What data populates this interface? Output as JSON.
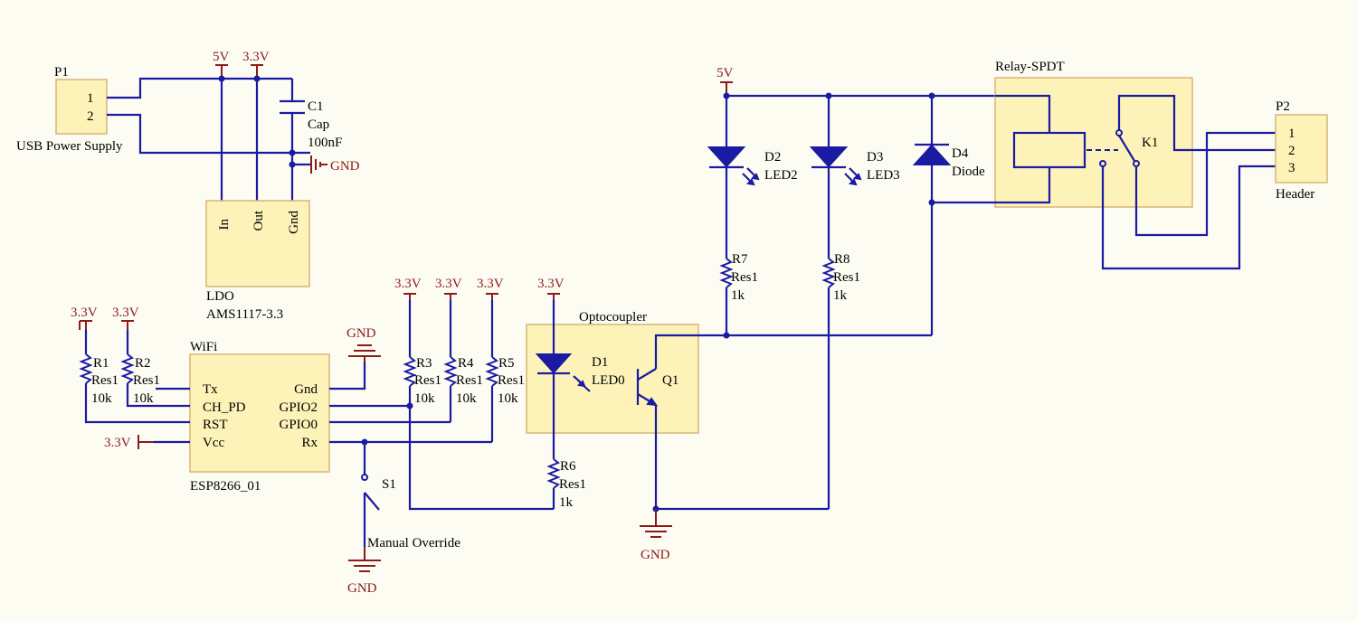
{
  "colors": {
    "wire": "#1a1aa3",
    "power": "#8b1a1a",
    "component_fill": "#fdf3b8",
    "background": "#fdfcf3"
  },
  "p1": {
    "ref": "P1",
    "pin1": "1",
    "pin2": "2",
    "label": "USB Power Supply"
  },
  "ldo": {
    "pin_in": "In",
    "pin_out": "Out",
    "pin_gnd": "Gnd",
    "name": "LDO",
    "part": "AMS1117-3.3"
  },
  "c1": {
    "ref": "C1",
    "type": "Cap",
    "value": "100nF"
  },
  "wifi": {
    "title": "WiFi",
    "part": "ESP8266_01",
    "pins": {
      "tx": "Tx",
      "ch_pd": "CH_PD",
      "rst": "RST",
      "vcc": "Vcc",
      "gnd": "Gnd",
      "gpio2": "GPIO2",
      "gpio0": "GPIO0",
      "rx": "Rx"
    }
  },
  "resistors": {
    "r1": {
      "ref": "R1",
      "type": "Res1",
      "value": "10k"
    },
    "r2": {
      "ref": "R2",
      "type": "Res1",
      "value": "10k"
    },
    "r3": {
      "ref": "R3",
      "type": "Res1",
      "value": "10k"
    },
    "r4": {
      "ref": "R4",
      "type": "Res1",
      "value": "10k"
    },
    "r5": {
      "ref": "R5",
      "type": "Res1",
      "value": "10k"
    },
    "r6": {
      "ref": "R6",
      "type": "Res1",
      "value": "1k"
    },
    "r7": {
      "ref": "R7",
      "type": "Res1",
      "value": "1k"
    },
    "r8": {
      "ref": "R8",
      "type": "Res1",
      "value": "1k"
    }
  },
  "power": {
    "v5": "5V",
    "v33": "3.3V",
    "gnd": "GND"
  },
  "s1": {
    "ref": "S1",
    "label": "Manual Override"
  },
  "opto": {
    "title": "Optocoupler",
    "d1_ref": "D1",
    "d1_type": "LED0",
    "q1_ref": "Q1"
  },
  "d2": {
    "ref": "D2",
    "type": "LED2"
  },
  "d3": {
    "ref": "D3",
    "type": "LED3"
  },
  "d4": {
    "ref": "D4",
    "type": "Diode"
  },
  "relay": {
    "title": "Relay-SPDT",
    "ref": "K1"
  },
  "p2": {
    "ref": "P2",
    "pin1": "1",
    "pin2": "2",
    "pin3": "3",
    "label": "Header"
  }
}
